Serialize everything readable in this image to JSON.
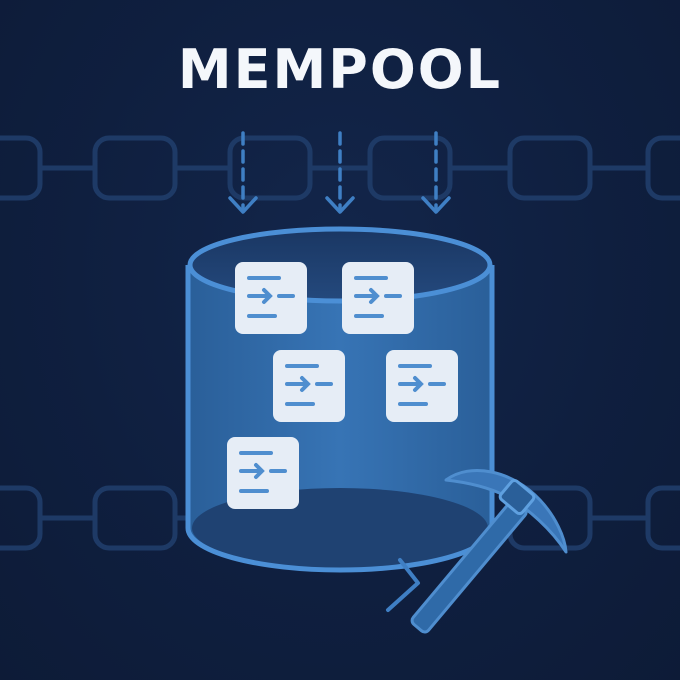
{
  "title": "MEMPOOL",
  "colors": {
    "background": "#0f1f3f",
    "chain_block": "#1e3a66",
    "accent_blue": "#3f7fc4",
    "cylinder_fill": "#2f6aa8",
    "cylinder_dark": "#1d3d6a",
    "card_fill": "#e6edf6",
    "card_icon": "#4f8ecf",
    "title_text": "#f4f7fb"
  },
  "icons": [
    "arrow-down-icon",
    "transaction-card-icon",
    "pickaxe-icon",
    "chevron-right-icon",
    "blockchain-link-icon"
  ],
  "incoming_arrow_count": 3,
  "transaction_card_count": 5
}
